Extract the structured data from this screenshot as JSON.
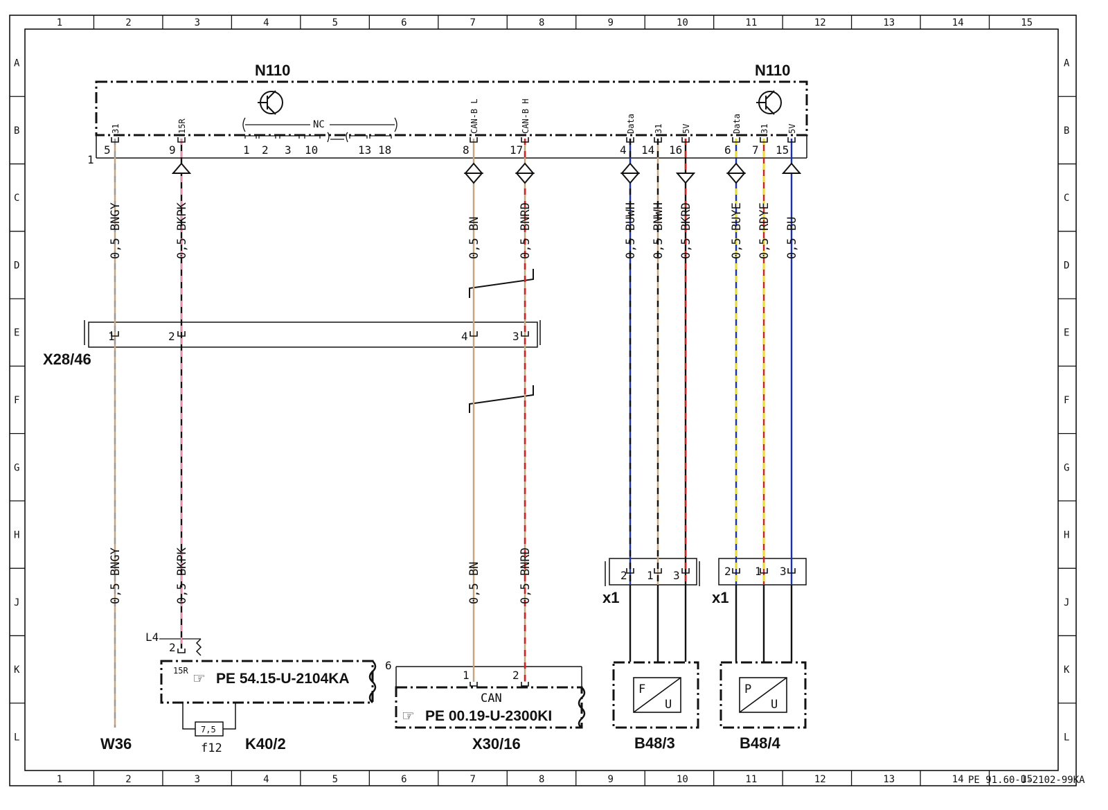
{
  "sheet": {
    "columns": [
      "1",
      "2",
      "3",
      "4",
      "5",
      "6",
      "7",
      "8",
      "9",
      "10",
      "11",
      "12",
      "13",
      "14",
      "15"
    ],
    "rows": [
      "A",
      "B",
      "C",
      "D",
      "E",
      "F",
      "G",
      "H",
      "J",
      "K",
      "L"
    ],
    "doc_number": "PE 91.60-U-2102-99KA"
  },
  "components": {
    "n110_left": "N110",
    "n110_right": "N110",
    "n110_tag": "1",
    "nc_label": "NC",
    "x28_46": "X28/46",
    "w36": "W36",
    "l4": "L4",
    "k40_2": "K40/2",
    "f12": "f12",
    "fuse_rating": "7,5",
    "pe_k40": "PE  54.15-U-2104KA",
    "x30_16": "X30/16",
    "x30_tag": "6",
    "can_label": "CAN",
    "pe_x30": "PE  00.19-U-2300KI",
    "x1_left": "x1",
    "x1_right": "x1",
    "b48_3": "B48/3",
    "b48_4": "B48/4",
    "b48_3_sym_a": "F",
    "b48_3_sym_b": "U",
    "b48_4_sym_a": "P",
    "b48_4_sym_b": "U",
    "l4_pin": "2",
    "l4_sig": "15R",
    "x30_pin1": "1",
    "x30_pin2": "2"
  },
  "pins": {
    "n110": [
      {
        "pin": "5",
        "signal": "31"
      },
      {
        "pin": "9",
        "signal": "15R"
      },
      {
        "pin": "8",
        "signal": "CAN-B L"
      },
      {
        "pin": "17",
        "signal": "CAN-B H"
      },
      {
        "pin": "4",
        "signal": "Data"
      },
      {
        "pin": "14",
        "signal": "31"
      },
      {
        "pin": "16",
        "signal": "5V"
      },
      {
        "pin": "6",
        "signal": "Data"
      },
      {
        "pin": "7",
        "signal": "31"
      },
      {
        "pin": "15",
        "signal": "5V"
      }
    ],
    "nc_pins": [
      "1",
      "2",
      "3",
      "10",
      "13",
      "18"
    ],
    "x28_46": [
      "1",
      "2",
      "4",
      "3"
    ],
    "x1_left": [
      "2",
      "1",
      "3"
    ],
    "x1_right": [
      "2",
      "1",
      "3"
    ]
  },
  "wires": {
    "upper": [
      "0,5 BNGY",
      "0,5 BKPK",
      "0,5 BN",
      "0,5 BNRD",
      "0,5 BUWH",
      "0,5 BNWH",
      "0,5 BKRD",
      "0,5 BUYE",
      "0,5 RDYE",
      "0,5 BU"
    ],
    "lower": [
      "0,5 BNGY",
      "0,5 BKPK",
      "0,5 BN",
      "0,5 BNRD"
    ]
  },
  "colors": {
    "BN": "#c8a47a",
    "GY": "#9a9a9a",
    "BK": "#111111",
    "PK": "#f08aa8",
    "RD": "#e01818",
    "BU": "#1530c0",
    "WH": "#ffffff",
    "YE": "#f2e20a",
    "line": "#111111"
  }
}
